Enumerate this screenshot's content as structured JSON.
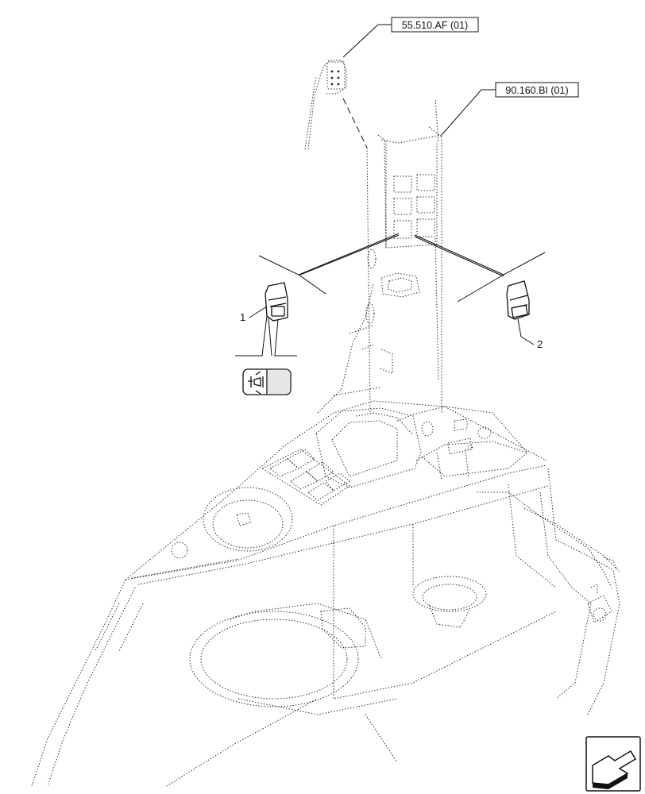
{
  "references": {
    "ref_top": "55.510.AF (01)",
    "ref_right": "90.160.BI (01)"
  },
  "callouts": {
    "item_1": "1",
    "item_2": "2"
  },
  "icons": {
    "work_lamp_symbol": "work-lamp-symbol-icon",
    "navigation": "arrow-navigation-icon"
  }
}
